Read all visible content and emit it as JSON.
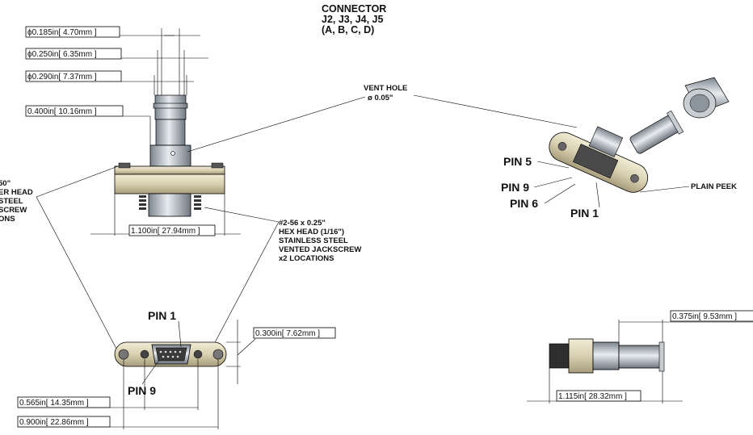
{
  "title": {
    "line1": "CONNECTOR",
    "line2": "J2,  J3,  J4,  J5",
    "line3": "(A,   B,   C,   D)"
  },
  "dims": {
    "d1": "ϕ0.185in[ 4.70mm ]",
    "d2": "ϕ0.250in[ 6.35mm ]",
    "d3": "ϕ0.290in[ 7.37mm ]",
    "d4": "0.400in[ 10.16mm ]",
    "d5": "1.100in[ 27.94mm ]",
    "d6": "0.300in[ 7.62mm ]",
    "d7": "0.565in[ 14.35mm ]",
    "d8": "0.900in[ 22.86mm ]",
    "d9": "0.375in[ 9.53mm ]",
    "d10": "1.115in[ 28.32mm ]"
  },
  "notes": {
    "vent1": "VENT HOLE",
    "vent2": "ø 0.05\"",
    "left_lines": [
      "50\"",
      "ER HEAD",
      "STEEL",
      "SCREW",
      "ONS"
    ],
    "jack_lines": [
      "#2-56 x 0.25\"",
      "HEX HEAD (1/16\")",
      "STAINLESS STEEL",
      "VENTED JACKSCREW",
      "x2 LOCATIONS"
    ],
    "plain_peek": "PLAIN PEEK"
  },
  "pins": {
    "front_pin1": "PIN 1",
    "front_pin9": "PIN 9",
    "iso_pin5": "PIN 5",
    "iso_pin9": "PIN 9",
    "iso_pin6": "PIN 6",
    "iso_pin1": "PIN 1"
  },
  "colors": {
    "peek": "#d9d3b8",
    "metal": "#9aa3ad",
    "metal_light": "#d6dbe0",
    "dark": "#3a3a3a"
  }
}
